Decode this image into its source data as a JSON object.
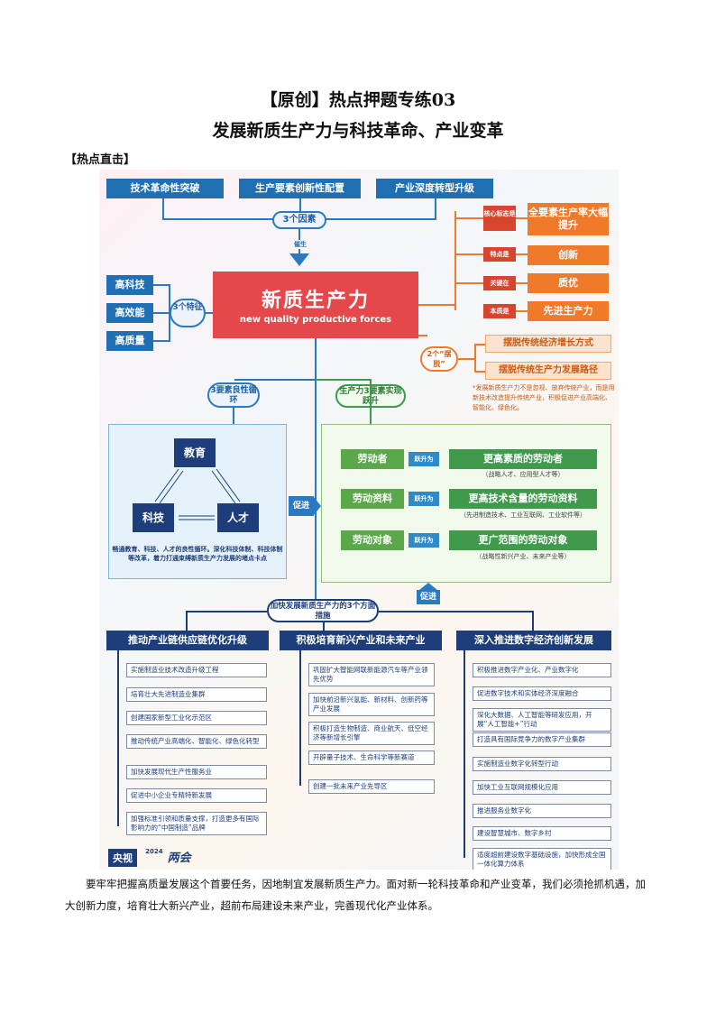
{
  "title_line1": "【原创】热点押题专练03",
  "title_line2": "发展新质生产力与科技革命、产业变革",
  "section_label": "【热点直击】",
  "infographic": {
    "top_factors": [
      "技术革命性突破",
      "生产要素创新性配置",
      "产业深度转型升级"
    ],
    "three_factors_label": "3个因素",
    "catalyze_label": "催生",
    "core_title": "新质生产力",
    "core_subtitle": "new quality productive forces",
    "features": [
      "高科技",
      "高效能",
      "高质量"
    ],
    "features_label": "3个特征",
    "right_items": [
      {
        "tag": "核心标志是",
        "value": "全要素生产率大幅提升"
      },
      {
        "tag": "特点是",
        "value": "创新"
      },
      {
        "tag": "关键在",
        "value": "质优"
      },
      {
        "tag": "本质是",
        "value": "先进生产力"
      }
    ],
    "two_break_label": "2个“摆脱”",
    "two_break_items": [
      "摆脱传统经济增长方式",
      "摆脱传统生产力发展路径"
    ],
    "note_text": "*发展新质生产力不是忽视、放弃传统产业，而是用新技术改造提升传统产业，积极促进产业高端化、智能化、绿色化。",
    "three_elements_label": "3要素良性循环",
    "productivity_label": "生产力3要素实现跃升",
    "cycle_nodes": [
      "教育",
      "科技",
      "人才"
    ],
    "cycle_text": "畅通教育、科技、人才的良性循环。深化科技体制、科技体制等改革，着力打通束缚新质生产力发展的堵点卡点",
    "promote_label": "促进",
    "leap_label": "跃升为",
    "leaps": [
      {
        "from": "劳动者",
        "to": "更高素质的劳动者",
        "sub": "（战略人才、应用型人才等）"
      },
      {
        "from": "劳动资料",
        "to": "更高技术含量的劳动资料",
        "sub": "（先进制造技术、工业互联网、工业软件等）"
      },
      {
        "from": "劳动对象",
        "to": "更广范围的劳动对象",
        "sub": "（战略性新兴产业、未来产业等）"
      }
    ],
    "promote_label2": "促进",
    "measures_label": "加快发展新质生产力的3个方面措施",
    "columns": [
      {
        "header": "推动产业链供应链优化升级",
        "items": [
          "实施制造业技术改造升级工程",
          "培育壮大先进制造业集群",
          "创建国家新型工业化示范区",
          "推动传统产业高端化、智能化、绿色化转型",
          "加快发展现代生产性服务业",
          "促进中小企业专精特新发展",
          "加强标准引领和质量支撑，打造更多有国际影响力的“中国制造”品牌"
        ]
      },
      {
        "header": "积极培育新兴产业和未来产业",
        "items": [
          "巩固扩大智能网联新能源汽车等产业领先优势",
          "加快前沿新兴氢能、新材料、创新药等产业发展",
          "积极打造生物制造、商业航天、低空经济等新增长引擎",
          "开辟量子技术、生命科学等新赛道",
          "创建一批未来产业先导区"
        ]
      },
      {
        "header": "深入推进数字经济创新发展",
        "items": [
          "积极推进数字产业化、产业数字化",
          "促进数字技术和实体经济深度融合",
          "深化大数据、人工智能等研发应用，开展“人工智能+”行动",
          "打造具有国际竞争力的数字产业集群",
          "实施制造业数字化转型行动",
          "加快工业互联网规模化应用",
          "推进服务业数字化",
          "建设智慧城市、数字乡村",
          "适度超前建设数字基础设施，加快形成全国一体化算力体系"
        ]
      }
    ],
    "logo_left": "央视",
    "logo_year": "2024",
    "logo_right": "两会"
  },
  "paragraph": "要牢牢把握高质量发展这个首要任务，因地制宜发展新质生产力。面对新一轮科技革命和产业变革，我们必须抢抓机遇，加大创新力度，培育壮大新兴产业，超前布局建设未来产业，完善现代化产业体系。",
  "colors": {
    "blue": "#1f6fb2",
    "red": "#e5474b",
    "orange": "#f07a2a",
    "green": "#3f9a4c",
    "navy": "#1e3e7b"
  }
}
